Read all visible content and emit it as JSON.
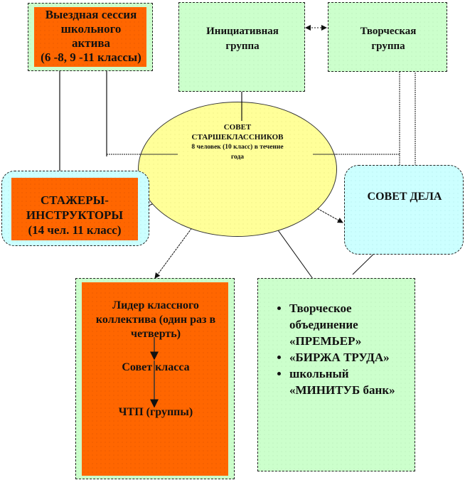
{
  "diagram": {
    "center": {
      "line1": "СОВЕТ",
      "line2": "СТАРШЕКЛАССНИКОВ",
      "line3": "8 человек (10 класс) в течение",
      "line4": "года"
    },
    "session": {
      "line1": "Выездная сессия",
      "line2": "школьного",
      "line3": "актива",
      "line4": "(6 -8, 9 -11 классы)"
    },
    "initiative_group": {
      "line1": "Инициативная",
      "line2": "группа"
    },
    "creative_group": {
      "line1": "Творческая",
      "line2": "группа"
    },
    "trainees": {
      "line1": "СТАЖЕРЫ-",
      "line2": "ИНСТРУКТОРЫ",
      "line3": "(14 чел. 11 класс)"
    },
    "case_council": {
      "label": "СОВЕТ ДЕЛА"
    },
    "class_leader": {
      "line1": "Лидер классного",
      "line2": "коллектива (один раз в",
      "line3": "четверть)",
      "class_council": "Совет класса",
      "groups": "ЧТП (группы)"
    },
    "associations": {
      "items": [
        "Творческое объединение «ПРЕМЬЕР»",
        "«БИРЖА ТРУДА»",
        "школьный «МИНИТУБ банк»"
      ]
    },
    "colors": {
      "orange": "#ff6600",
      "green": "#ccffcc",
      "cyan": "#ccffff",
      "yellow": "#ffff99"
    }
  }
}
